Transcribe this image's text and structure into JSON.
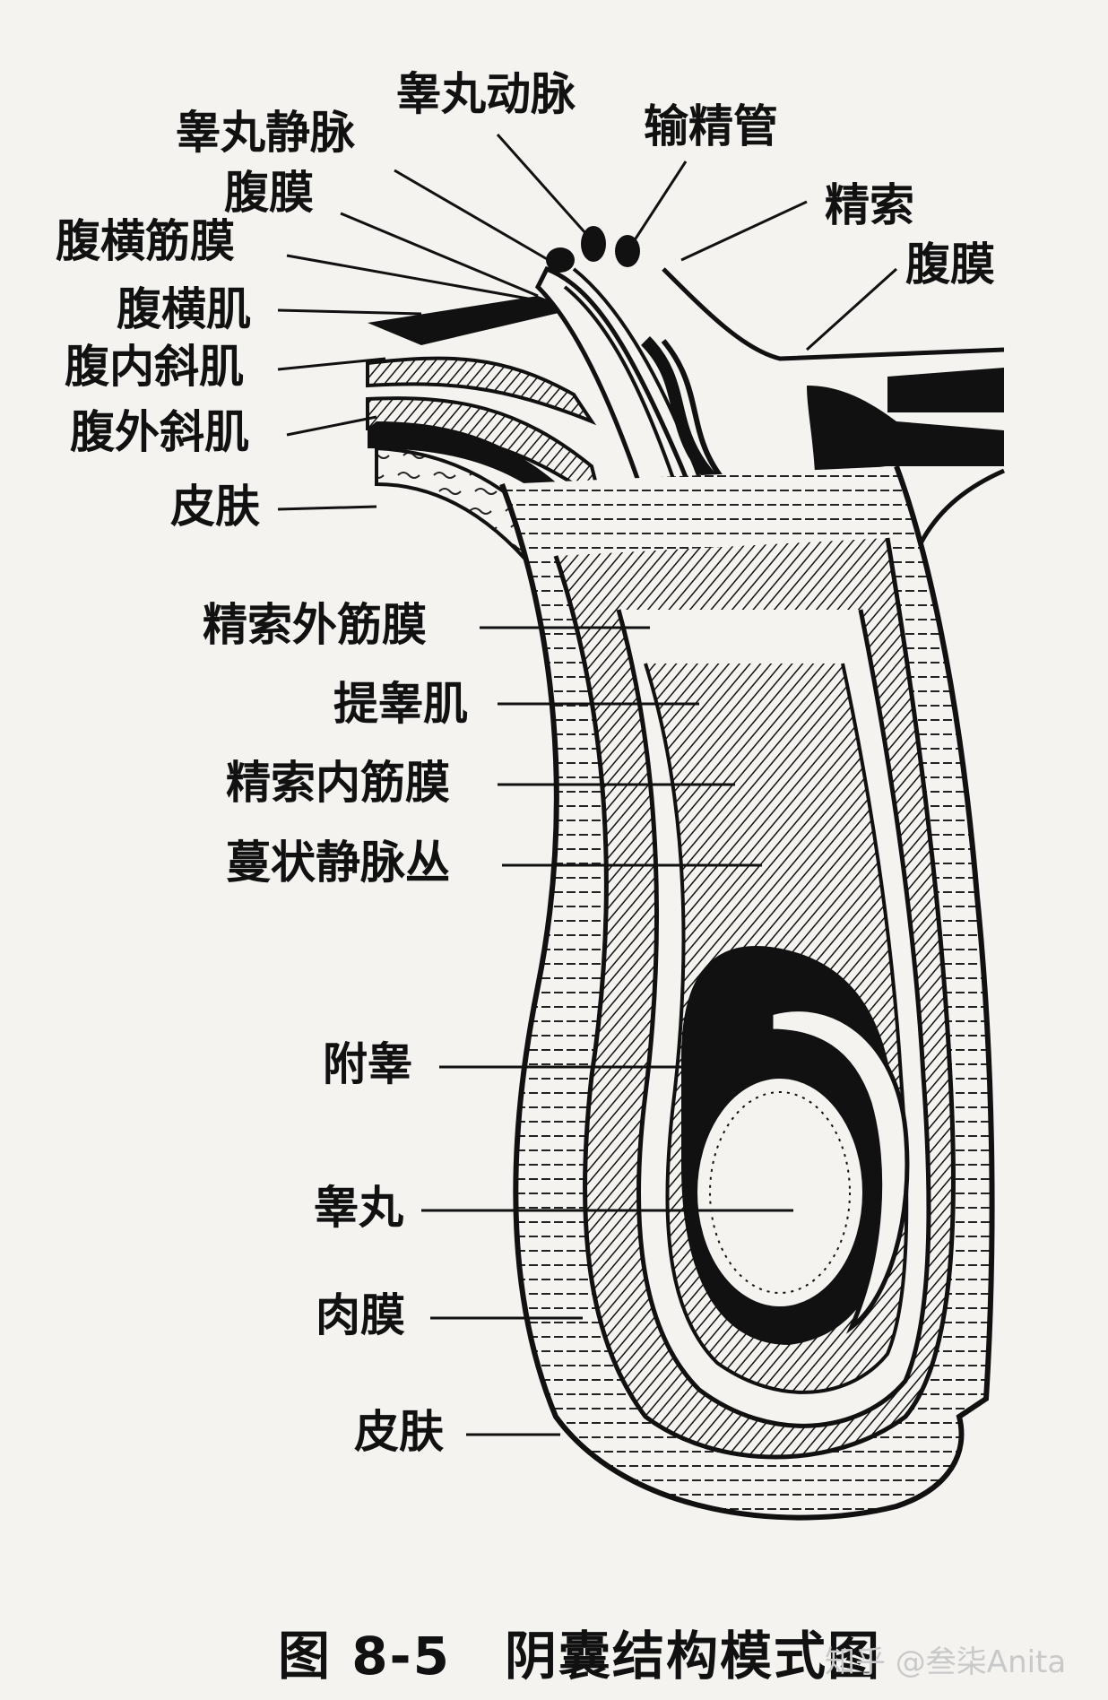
{
  "labels": {
    "testicular_vein": "睾丸静脉",
    "testicular_artery": "睾丸动脉",
    "vas_deferens": "输精管",
    "spermatic_cord": "精索",
    "peritoneum_left": "腹膜",
    "peritoneum_right": "腹膜",
    "transversalis_fascia": "腹横筋膜",
    "transversus_abdominis": "腹横肌",
    "internal_oblique": "腹内斜肌",
    "external_oblique": "腹外斜肌",
    "skin_upper": "皮肤",
    "external_spermatic_fascia": "精索外筋膜",
    "cremaster": "提睾肌",
    "internal_spermatic_fascia": "精索内筋膜",
    "pampiniform_plexus": "蔓状静脉丛",
    "epididymis": "附睾",
    "testis": "睾丸",
    "dartos": "肉膜",
    "skin_lower": "皮肤"
  },
  "caption": {
    "number": "图 8-5",
    "title": "阴囊结构模式图"
  },
  "watermark": "知乎 @叁柒Anita",
  "colors": {
    "ink": "#111111",
    "paper": "#f4f3ef",
    "watermark": "#c9c9c9"
  }
}
